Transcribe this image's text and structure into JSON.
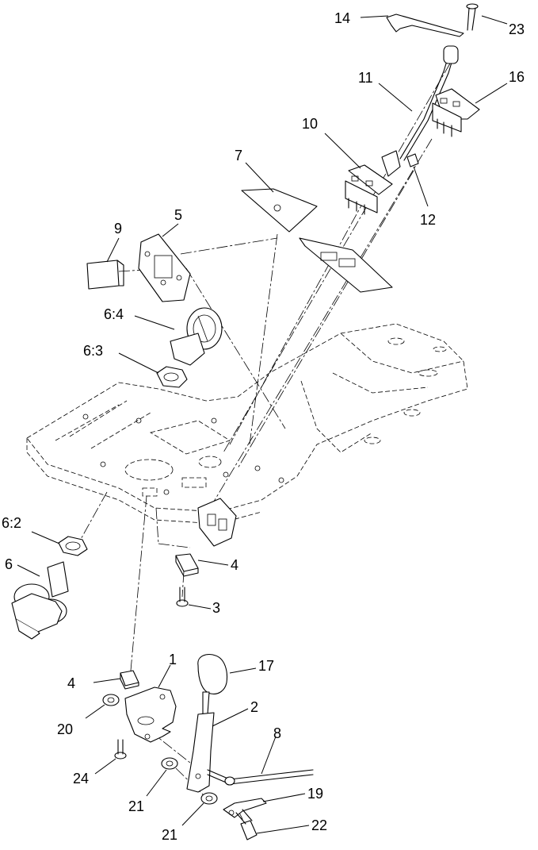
{
  "callouts": [
    {
      "key": "c14",
      "text": "14"
    },
    {
      "key": "c23",
      "text": "23"
    },
    {
      "key": "c11",
      "text": "11"
    },
    {
      "key": "c16",
      "text": "16"
    },
    {
      "key": "c10",
      "text": "10"
    },
    {
      "key": "c7",
      "text": "7"
    },
    {
      "key": "c12",
      "text": "12"
    },
    {
      "key": "c5",
      "text": "5"
    },
    {
      "key": "c9",
      "text": "9"
    },
    {
      "key": "c6_4",
      "text": "6:4"
    },
    {
      "key": "c6_3",
      "text": "6:3"
    },
    {
      "key": "c6_2",
      "text": "6:2"
    },
    {
      "key": "c6",
      "text": "6"
    },
    {
      "key": "c4a",
      "text": "4"
    },
    {
      "key": "c3",
      "text": "3"
    },
    {
      "key": "c1",
      "text": "1"
    },
    {
      "key": "c17",
      "text": "17"
    },
    {
      "key": "c4b",
      "text": "4"
    },
    {
      "key": "c20",
      "text": "20"
    },
    {
      "key": "c2",
      "text": "2"
    },
    {
      "key": "c8",
      "text": "8"
    },
    {
      "key": "c24",
      "text": "24"
    },
    {
      "key": "c21a",
      "text": "21"
    },
    {
      "key": "c19",
      "text": "19"
    },
    {
      "key": "c21b",
      "text": "21"
    },
    {
      "key": "c22",
      "text": "22"
    }
  ]
}
